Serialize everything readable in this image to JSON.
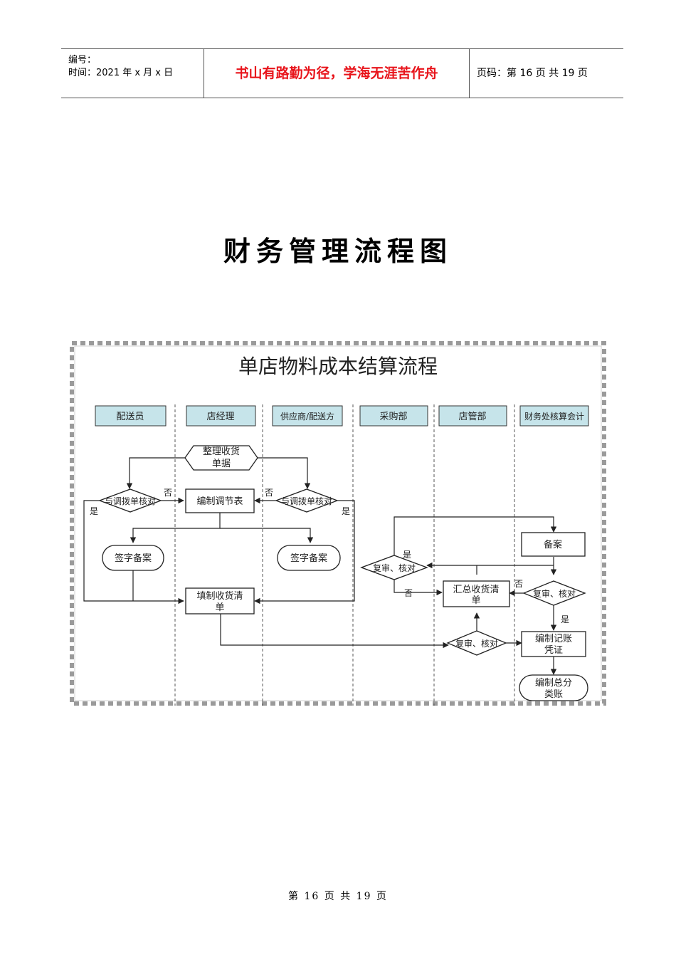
{
  "header": {
    "number_label": "编号：",
    "time_label": "时间：2021 年 x 月 x 日",
    "motto": "书山有路勤为径，学海无涯苦作舟",
    "page_info": "页码：第 16 页  共 19 页"
  },
  "title": "财务管理流程图",
  "flowchart": {
    "title": "单店物料成本结算流程",
    "lanes": [
      "配送员",
      "店经理",
      "供应商/配送方",
      "采购部",
      "店管部",
      "财务处核算会计"
    ],
    "nodes": {
      "sort_receipts_l1": "整理收货",
      "sort_receipts_l2": "单据",
      "decision_left": "与调拨单核对",
      "make_adjust": "编制调节表",
      "decision_right": "与调拨单核对",
      "sign_left": "签字备案",
      "sign_right": "签字备案",
      "fill_list_l1": "填制收货清",
      "fill_list_l2": "单",
      "review_purchase": "复审、核对",
      "filing": "备案",
      "summary_list_l1": "汇总收货清",
      "summary_list_l2": "单",
      "review_finance": "复审、核对",
      "review_store": "复审、核对",
      "voucher_l1": "编制记账",
      "voucher_l2": "凭证",
      "ledger_l1": "编制总分",
      "ledger_l2": "类账"
    },
    "edge_labels": {
      "yes": "是",
      "no": "否"
    }
  },
  "footer": "第 16 页 共 19 页"
}
